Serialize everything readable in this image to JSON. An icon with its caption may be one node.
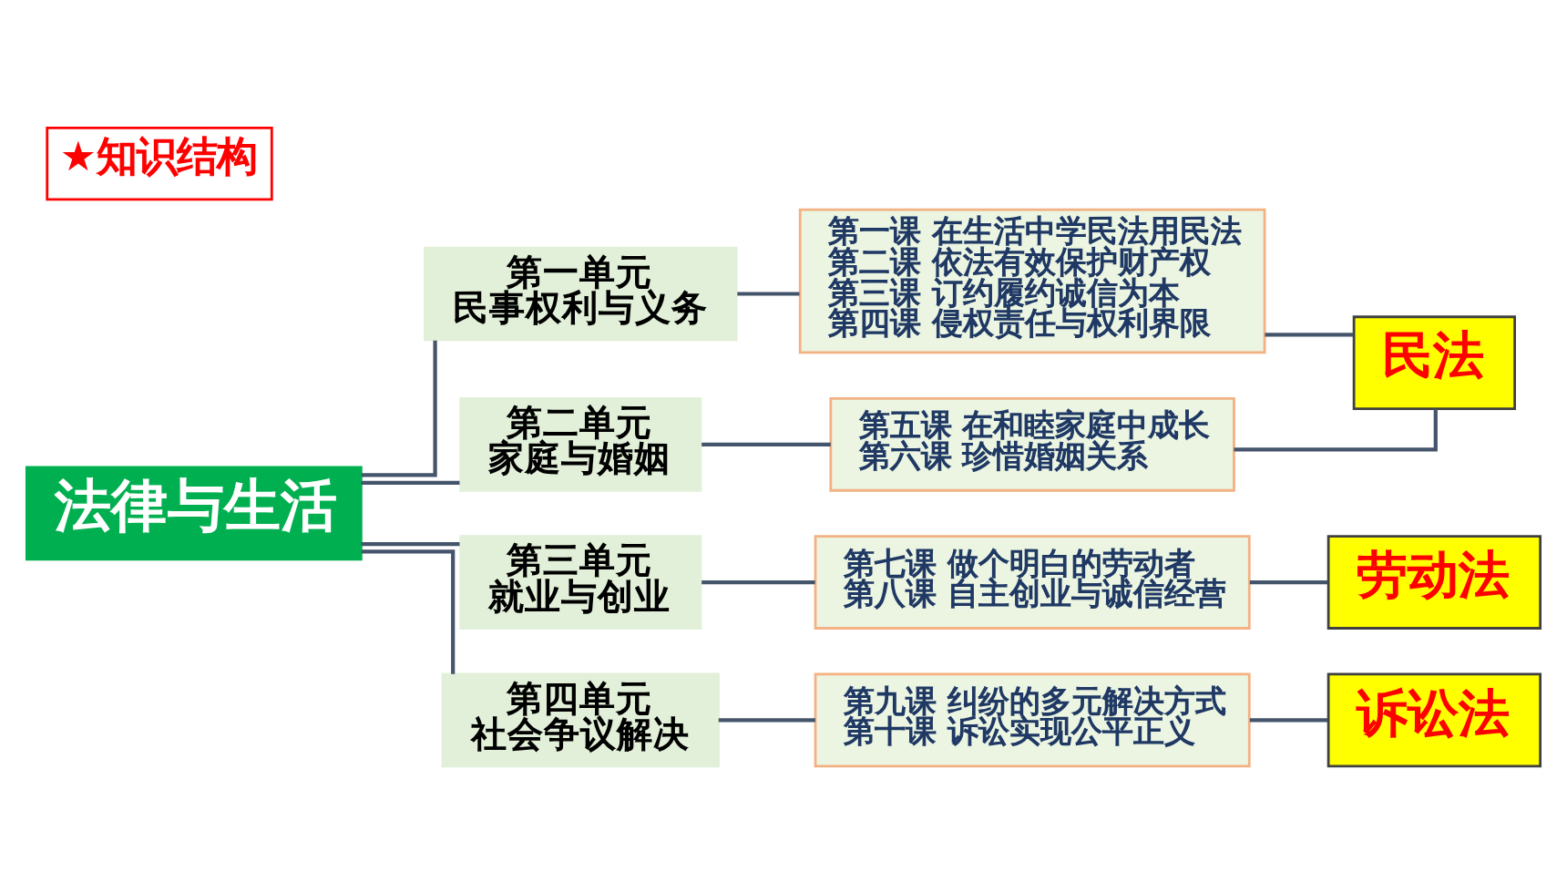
{
  "diagram": {
    "title": "★知识结构",
    "nodes": [
      {
        "text": [
          "法律与生活"
        ]
      },
      {
        "text": [
          "第一单元",
          "民事权利与义务"
        ]
      },
      {
        "text": [
          "第一课 在生活中学民法用民法",
          "第二课 依法有效保护财产权",
          "第三课 订约履约诚信为本",
          "第四课 侵权责任与权利界限"
        ]
      },
      {
        "text": [
          "第二单元",
          "家庭与婚姻"
        ]
      },
      {
        "text": [
          "第五课 在和睦家庭中成长",
          "第六课 珍惜婚姻关系"
        ]
      },
      {
        "text": [
          "第三单元",
          "就业与创业"
        ]
      },
      {
        "text": [
          "第七课 做个明白的劳动者",
          "第八课 自主创业与诚信经营"
        ]
      },
      {
        "text": [
          "第四单元",
          "社会争议解决"
        ]
      },
      {
        "text": [
          "第九课 纠纷的多元解决方式",
          "第十课 诉讼实现公平正义"
        ]
      },
      {
        "text": [
          "民法"
        ]
      },
      {
        "text": [
          "劳动法"
        ]
      },
      {
        "text": [
          "诉讼法"
        ]
      }
    ],
    "edges": [
      {
        "from": 0,
        "to": 1,
        "arrow": "none"
      },
      {
        "from": 0,
        "to": 3,
        "arrow": "none"
      },
      {
        "from": 0,
        "to": 5,
        "arrow": "none"
      },
      {
        "from": 0,
        "to": 7,
        "arrow": "none"
      },
      {
        "from": 1,
        "to": 2,
        "arrow": "none"
      },
      {
        "from": 3,
        "to": 4,
        "arrow": "none"
      },
      {
        "from": 5,
        "to": 6,
        "arrow": "none"
      },
      {
        "from": 7,
        "to": 8,
        "arrow": "none"
      },
      {
        "from": 2,
        "to": 9,
        "arrow": "none"
      },
      {
        "from": 4,
        "to": 9,
        "arrow": "none"
      },
      {
        "from": 6,
        "to": 10,
        "arrow": "none"
      },
      {
        "from": 8,
        "to": 11,
        "arrow": "none"
      }
    ]
  }
}
